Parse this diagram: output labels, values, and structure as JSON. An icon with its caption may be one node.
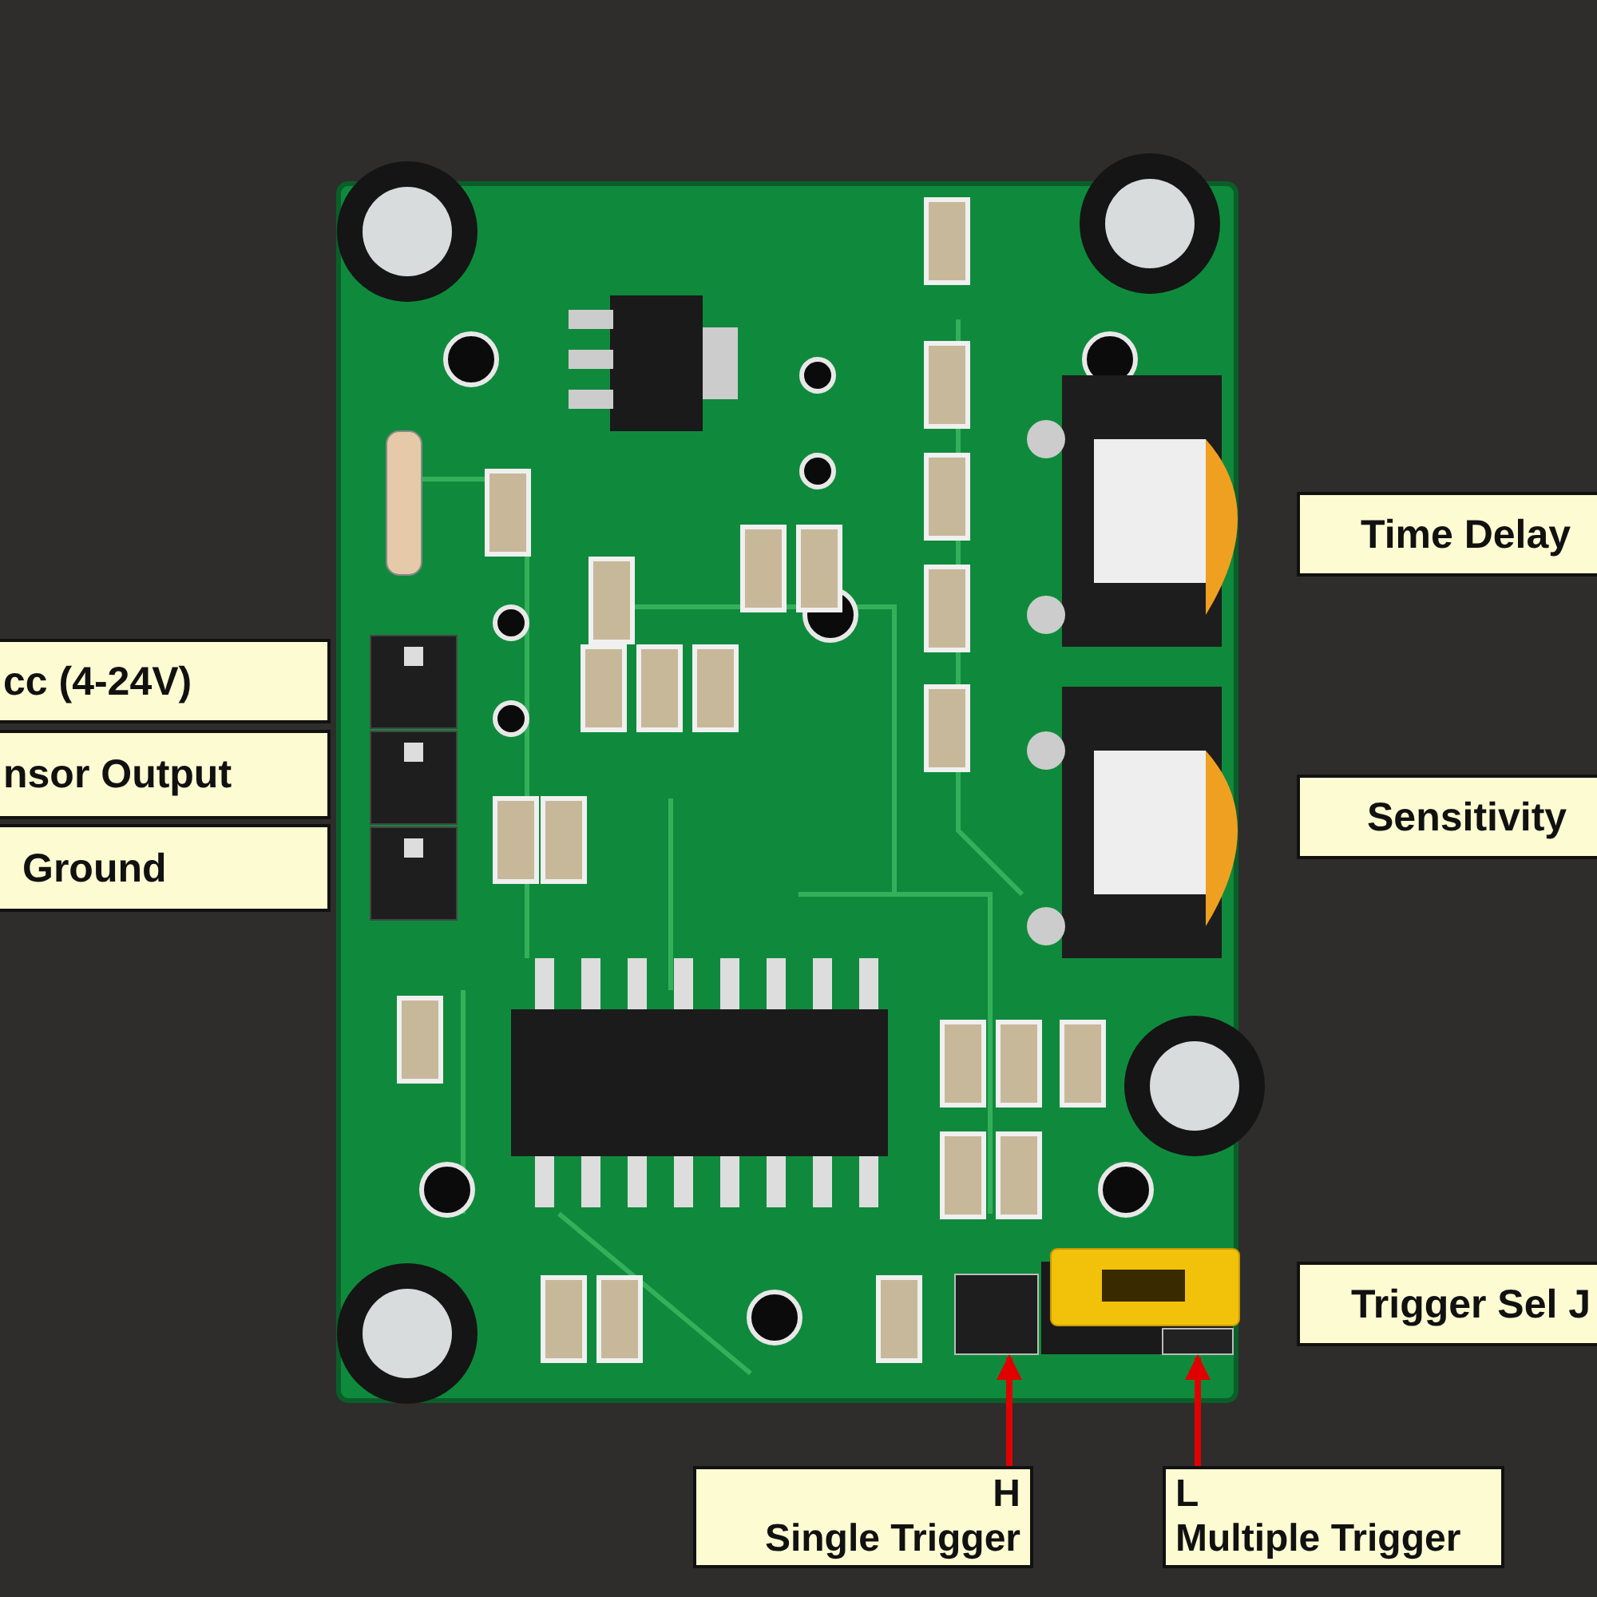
{
  "diagram": {
    "nodes": [
      {
        "text": [
          "cc (4-24V)"
        ]
      },
      {
        "text": [
          "nsor Output"
        ]
      },
      {
        "text": [
          "Ground"
        ]
      },
      {
        "text": [
          "Time Delay"
        ]
      },
      {
        "text": [
          "Sensitivity"
        ]
      },
      {
        "text": [
          "Trigger Sel J"
        ]
      },
      {
        "text": [
          "H",
          "Single Trigger"
        ]
      },
      {
        "text": [
          "L",
          "Multiple Trigger"
        ]
      },
      {
        "text": [],
        "shape": "box"
      },
      {
        "text": [],
        "shape": "box"
      }
    ],
    "edges": [
      {
        "from": 6,
        "to": 8,
        "arrow": "to"
      },
      {
        "from": 7,
        "to": 9,
        "arrow": "to"
      }
    ]
  }
}
